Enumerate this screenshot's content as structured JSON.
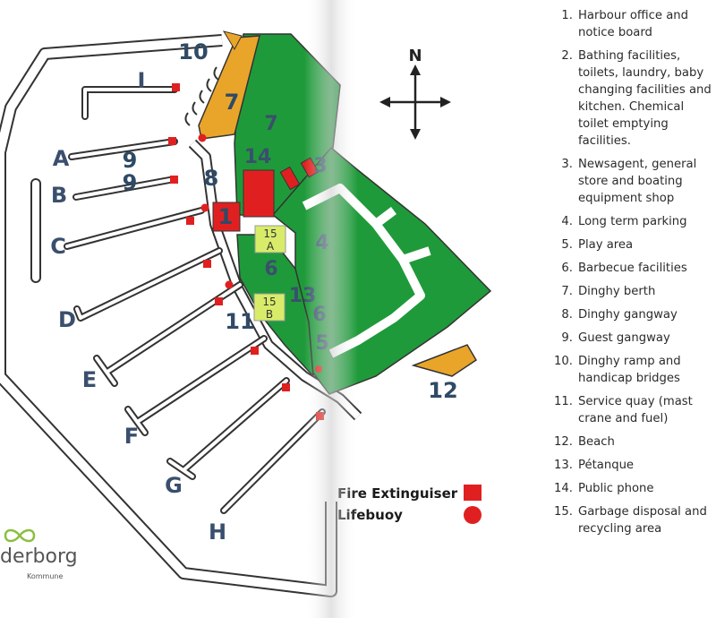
{
  "compass": {
    "north_label": "N"
  },
  "piers": [
    "A",
    "B",
    "C",
    "D",
    "E",
    "F",
    "G",
    "H",
    "I"
  ],
  "area_numbers": {
    "n1": "1",
    "n4": "4",
    "n5": "5",
    "n6a": "6",
    "n6b": "6",
    "n7a": "7",
    "n7b": "7",
    "n8": "8",
    "n9a": "9",
    "n9b": "9",
    "n10": "10",
    "n11": "11",
    "n12": "12",
    "n13": "13",
    "n14": "14",
    "n3": "3"
  },
  "tags": {
    "a15": {
      "num": "15",
      "letter": "A"
    },
    "b15": {
      "num": "15",
      "letter": "B"
    }
  },
  "legend": {
    "extinguisher": "Fire Extinguiser",
    "lifebuoy": "Lifebuoy"
  },
  "brand": {
    "name": "derborg",
    "sub": "Kommune"
  },
  "key": [
    {
      "num": "1.",
      "text": "Harbour office and notice board"
    },
    {
      "num": "2.",
      "text": "Bathing facilities, toilets, laundry, baby changing facilities and kitchen. Chemical toilet emptying facilities."
    },
    {
      "num": "3.",
      "text": "Newsagent, general store and boating equipment shop"
    },
    {
      "num": "4.",
      "text": "Long term parking"
    },
    {
      "num": "5.",
      "text": "Play area"
    },
    {
      "num": "6.",
      "text": "Barbecue facilities"
    },
    {
      "num": "7.",
      "text": "Dinghy berth"
    },
    {
      "num": "8.",
      "text": "Dinghy gangway"
    },
    {
      "num": "9.",
      "text": "Guest gangway"
    },
    {
      "num": "10.",
      "text": "Dinghy ramp and handicap bridges"
    },
    {
      "num": "11.",
      "text": "Service quay (mast crane and fuel)"
    },
    {
      "num": "12.",
      "text": "Beach"
    },
    {
      "num": "13.",
      "text": "Pétanque"
    },
    {
      "num": "14.",
      "text": "Public phone"
    },
    {
      "num": "15.",
      "text": "Garbage disposal and recycling area"
    }
  ],
  "colors": {
    "green": "#1f9a3a",
    "orange": "#e9a52a",
    "red": "#e02020",
    "tag_yellow": "#d8ec6a",
    "label_blue": "#3a4f6e"
  }
}
